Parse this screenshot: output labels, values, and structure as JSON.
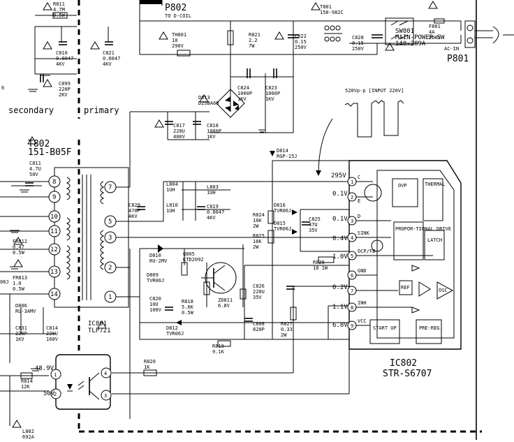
{
  "boundary": {
    "secondary": "secondary",
    "primary": "primary"
  },
  "connectors": {
    "p802": {
      "ref": "P802",
      "desc": "TO D-COIL"
    },
    "p801": {
      "ref": "P801",
      "desc": "AC-IN"
    }
  },
  "labels": {
    "r811": [
      "R811",
      "4.7M",
      "0.5W"
    ],
    "c810": [
      "C810",
      "0.0047",
      "4KV"
    ],
    "c821": [
      "C821",
      "0.0047",
      "4KV"
    ],
    "c899": [
      "C899",
      "220P",
      "2KV"
    ],
    "th801": [
      "TH801",
      "10",
      "290V"
    ],
    "r821": [
      "R821",
      "2.2",
      "7W"
    ],
    "c822": [
      "C822",
      "0.15",
      "250V"
    ],
    "t801": [
      "T801",
      "150-982C"
    ],
    "c828": [
      "C828",
      "0.15",
      "250V"
    ],
    "sw801": [
      "SW801",
      "MAIN-POWER-SW",
      "140-289A"
    ],
    "f801": [
      "F801",
      "4A",
      "250V"
    ],
    "c824": [
      "C824",
      "1000P",
      "1KV"
    ],
    "c823": [
      "C823",
      "1000P",
      "1KV"
    ],
    "d813": [
      "D813",
      "D2SBA60"
    ],
    "c817": [
      "C817",
      "220U",
      "400V"
    ],
    "c818": [
      "C818",
      "1000P",
      "1KV"
    ],
    "d814": [
      "D814",
      "RGP-15J"
    ],
    "t802": [
      "T802",
      "151-B05F"
    ],
    "c811": [
      "C811",
      "4.7U",
      "50V"
    ],
    "l804": [
      "L804",
      "1UH"
    ],
    "l803": [
      "L803",
      "1UH"
    ],
    "l810": [
      "L810",
      "1UH"
    ],
    "c819": [
      "C819",
      "0.0047",
      "4KV"
    ],
    "c829": [
      "C829",
      "470P",
      "4KV"
    ],
    "r824": [
      "R824",
      "16K",
      "2W"
    ],
    "r825": [
      "R825",
      "16K",
      "2W"
    ],
    "d816": [
      "D816",
      "TVR06J"
    ],
    "d815": [
      "D815",
      "TVR06J"
    ],
    "c825": [
      "C825",
      "47U",
      "35V"
    ],
    "r826": [
      "R826",
      "18 1W"
    ],
    "fr812": [
      "FR812",
      "0.47",
      "0.5W"
    ],
    "fr813": [
      "FR813",
      "1.0",
      "0.5W"
    ],
    "d810": [
      "D810",
      "RU-2MV"
    ],
    "q805": [
      "Q805",
      "KTD2092"
    ],
    "d809": [
      "D809",
      "TVR06J"
    ],
    "c820": [
      "C820",
      "10U",
      "100V"
    ],
    "r818": [
      "R818",
      "5.6K",
      "0.5W"
    ],
    "zd811": [
      "ZD811",
      "6.8V"
    ],
    "c826": [
      "C826",
      "220U",
      "35V"
    ],
    "d806": [
      "D806",
      "RU-3AMV"
    ],
    "d812": [
      "D812",
      "TVR06J"
    ],
    "c808": [
      "C808",
      "820P"
    ],
    "r827": [
      "R827",
      "0.33",
      "2W"
    ],
    "r819": [
      "R819",
      "9.1K"
    ],
    "c831": [
      "C831",
      "220P",
      "1KV"
    ],
    "c814": [
      "C814",
      "220U",
      "160V"
    ],
    "ic801": [
      "IC801",
      "TLP721"
    ],
    "r820": [
      "R820",
      "1K"
    ],
    "r814": [
      "R814",
      "12K"
    ],
    "l802": [
      "L802",
      "692A"
    ],
    "tvr_left": "06J",
    "pin6": "6"
  },
  "transformer_pins": [
    "8",
    "9",
    "10",
    "11",
    "12",
    "13",
    "14",
    "7",
    "5",
    "3",
    "2",
    "1"
  ],
  "waveform": "520Vp-p [INPUT 220V]",
  "ic802": {
    "ref": "IC802",
    "part": "STR-S6707",
    "pins": [
      "1",
      "2",
      "3",
      "4",
      "5",
      "6",
      "7",
      "8",
      "9"
    ],
    "voltages": [
      "295V",
      "0.1V",
      "0.1V",
      "0.4V",
      "1.0V",
      "0.2V",
      "1.1V",
      "6.8V"
    ],
    "pin_names": [
      "C",
      "E",
      "D",
      "SINK",
      "OCP/FB",
      "GND",
      "INH",
      "VCC"
    ],
    "blocks": [
      "OVP",
      "THERMAL",
      "PROPOR-TIONAL DRIVE",
      "LATCH",
      "REF",
      "OSC",
      "START UP",
      "PRE-REG."
    ]
  },
  "ic801": {
    "voltages": [
      "48.9V",
      "50V"
    ],
    "pins": [
      "1",
      "2",
      "3",
      "4"
    ]
  }
}
